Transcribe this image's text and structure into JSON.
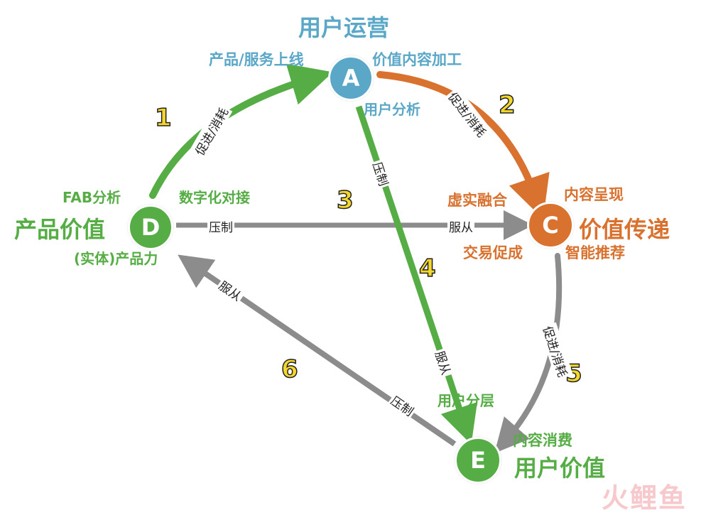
{
  "colors": {
    "green": "#56ad45",
    "blue": "#5aa7c8",
    "orange": "#d9722f",
    "gray": "#8c8c8c",
    "number_yellow": "#f4d62c"
  },
  "nodes": {
    "A": {
      "letter": "A",
      "title": "用户运营",
      "labels": [
        "产品/服务上线",
        "价值内容加工",
        "用户分析"
      ]
    },
    "C": {
      "letter": "C",
      "title": "价值传递",
      "labels": [
        "内容呈现",
        "虚实融合",
        "交易促成",
        "智能推荐"
      ]
    },
    "D": {
      "letter": "D",
      "title": "产品价值",
      "labels": [
        "FAB分析",
        "数字化对接",
        "(实体)产品力"
      ]
    },
    "E": {
      "letter": "E",
      "title": "用户价值",
      "labels": [
        "内容消费",
        "用户分层"
      ]
    }
  },
  "edges": {
    "e1": {
      "number": "1",
      "text": "促进/消耗"
    },
    "e2": {
      "number": "2",
      "text": "促进/消耗"
    },
    "e3": {
      "number": "3",
      "text_a": "压制",
      "text_b": "服从"
    },
    "e4": {
      "number": "4",
      "text_a": "压制",
      "text_b": "服从"
    },
    "e5": {
      "number": "5",
      "text": "促进/消耗"
    },
    "e6": {
      "number": "6",
      "text_a": "服从",
      "text_b": "压制"
    }
  },
  "watermark": "火鲤鱼"
}
